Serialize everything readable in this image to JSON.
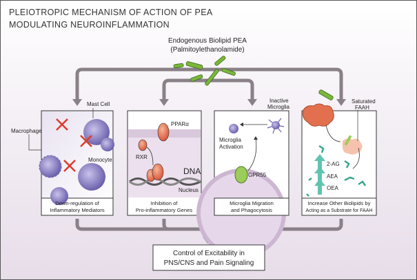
{
  "title": {
    "line1": "PLEIOTROPIC MECHANISM OF ACTION OF PEA",
    "line2": "MODULATING NEUROINFLAMMATION"
  },
  "source": {
    "line1": "Endogenous Biolipid PEA",
    "line2": "(Palmitoylethanolamide)"
  },
  "panels": [
    {
      "labels": {
        "macrophage": "Macrophage",
        "mast_cell": "Mast Cell",
        "monocyte": "Monocyte"
      },
      "caption1": "Down-regulation of",
      "caption2": "Inflammatory Mediators"
    },
    {
      "labels": {
        "ppar": "PPARα",
        "rxr": "RXR",
        "dna": "DNA",
        "nucleus": "Nucleus"
      },
      "caption1": "Inhibition of",
      "caption2": "Pro-inflammatory Genes"
    },
    {
      "labels": {
        "inactive1": "Inactive",
        "inactive2": "Microglia",
        "activation1": "Microglia",
        "activation2": "Activation",
        "gpr55": "GPR55"
      },
      "caption1": "Microglia Migration",
      "caption2": "and Phagocytosis"
    },
    {
      "labels": {
        "saturated1": "Saturated",
        "saturated2": "FAAH",
        "ag": "2-AG",
        "aea": "AEA",
        "oea": "OEA"
      },
      "caption1": "Increase Other Biolipids by",
      "caption2": "Acting as a Substrate for FAAH"
    }
  ],
  "outcome": {
    "line1": "Control of Excitability in",
    "line2": "PNS/CNS and Pain Signaling"
  },
  "colors": {
    "arrow": "#8a8088",
    "pea_green": "#7ab83a",
    "cell_purple": "#7a6fb8",
    "block_red": "#e03a2a",
    "protein_orange": "#e2704e",
    "background": "#ece4ee"
  }
}
